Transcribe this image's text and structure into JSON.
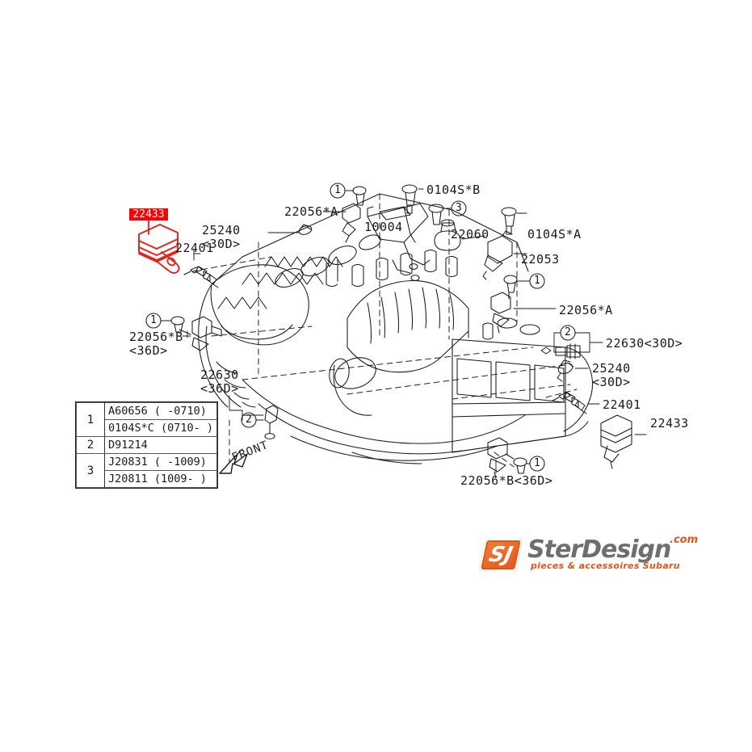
{
  "diagram": {
    "title": "Subaru engine ignition / sensor parts diagram",
    "highlight_color": "#FF0000",
    "highlighted_part": "22433",
    "orientation_marker": "FRONT"
  },
  "callouts": [
    {
      "id": "c-22433-hl",
      "text": "22433"
    },
    {
      "id": "c-22401-left",
      "text": "22401"
    },
    {
      "id": "c-25240-30d",
      "text": "25240\n<30D>"
    },
    {
      "id": "c-22056a-left",
      "text": "22056*A"
    },
    {
      "id": "c-ref1-top",
      "text": "1"
    },
    {
      "id": "c-0104sb",
      "text": "0104S*B"
    },
    {
      "id": "c-ref3-top",
      "text": "3"
    },
    {
      "id": "c-10004",
      "text": "10004"
    },
    {
      "id": "c-22060",
      "text": "22060"
    },
    {
      "id": "c-0104sa",
      "text": "0104S*A"
    },
    {
      "id": "c-22053",
      "text": "22053"
    },
    {
      "id": "c-ref1-right",
      "text": "1"
    },
    {
      "id": "c-22056a-right",
      "text": "22056*A"
    },
    {
      "id": "c-ref2-right",
      "text": "2"
    },
    {
      "id": "c-22630-30d",
      "text": "22630<30D>"
    },
    {
      "id": "c-25240-30d-right",
      "text": "25240\n<30D>"
    },
    {
      "id": "c-22401-right",
      "text": "22401"
    },
    {
      "id": "c-22433-right",
      "text": "22433"
    },
    {
      "id": "c-ref1-left",
      "text": "1"
    },
    {
      "id": "c-22056b-36d",
      "text": "22056*B\n<36D>"
    },
    {
      "id": "c-22630-36d",
      "text": "22630\n<36D>"
    },
    {
      "id": "c-ref2-left",
      "text": "2"
    },
    {
      "id": "c-22056b-bottom",
      "text": "22056*B<36D>"
    },
    {
      "id": "c-ref1-bottom",
      "text": "1"
    }
  ],
  "legend": {
    "rows": [
      {
        "ref": "1",
        "values": [
          "A60656 ( -0710)",
          "0104S*C (0710- )"
        ]
      },
      {
        "ref": "2",
        "values": [
          "D91214"
        ]
      },
      {
        "ref": "3",
        "values": [
          "J20831 ( -1009)",
          "J20811 (1009- )"
        ]
      }
    ]
  },
  "watermark": {
    "badge_letter": "SJ",
    "name": "SterDesign",
    "domain": ".com",
    "tagline": "pieces & accessoires Subaru",
    "accent": "#e2551a"
  }
}
